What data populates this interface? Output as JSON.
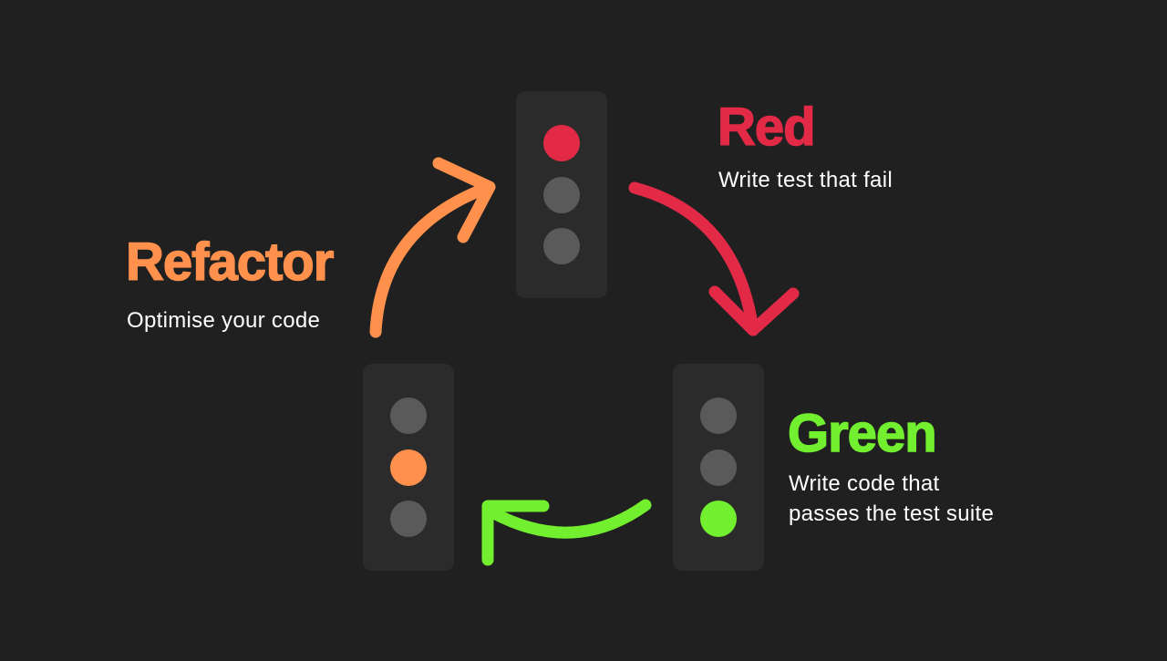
{
  "colors": {
    "background": "#202020",
    "box": "#2b2b2b",
    "light_off": "#5a5a5a",
    "red": "#e22a47",
    "orange": "#ff914d",
    "green": "#72ef2e",
    "text": "#ffffff"
  },
  "stages": {
    "red": {
      "title": "Red",
      "description": "Write test that fail",
      "active_light": "top"
    },
    "green": {
      "title": "Green",
      "description_line1": "Write code that",
      "description_line2": "passes the test suite",
      "active_light": "bottom"
    },
    "refactor": {
      "title": "Refactor",
      "description": "Optimise your code",
      "active_light": "middle"
    }
  },
  "arrows": [
    {
      "from": "red",
      "to": "green",
      "color": "red",
      "icon": "curved-arrow-down-right"
    },
    {
      "from": "green",
      "to": "refactor",
      "color": "green",
      "icon": "curved-arrow-left"
    },
    {
      "from": "refactor",
      "to": "red",
      "color": "orange",
      "icon": "curved-arrow-up-right"
    }
  ]
}
